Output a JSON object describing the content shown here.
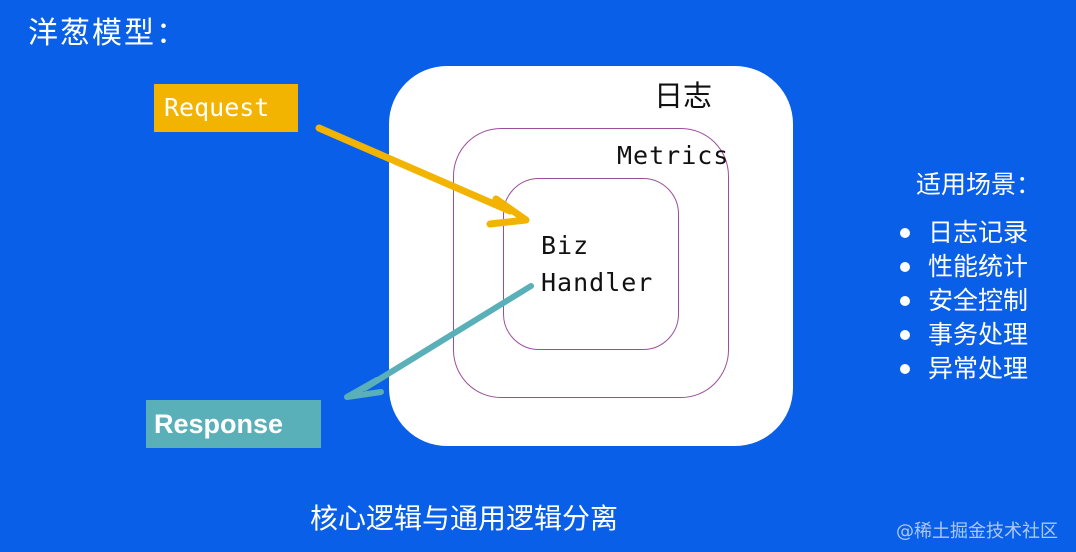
{
  "slide": {
    "title": "洋葱模型："
  },
  "onion": {
    "outer_label": "日志",
    "middle_label": "Metrics",
    "inner_label_line1": "Biz",
    "inner_label_line2": "Handler"
  },
  "flow": {
    "request_label": "Request",
    "response_label": "Response"
  },
  "scenarios": {
    "title": "适用场景：",
    "items": [
      "日志记录",
      "性能统计",
      "安全控制",
      "事务处理",
      "异常处理"
    ]
  },
  "caption": "核心逻辑与通用逻辑分离",
  "watermark": "@稀土掘金技术社区",
  "colors": {
    "background": "#0a5fe8",
    "request": "#f2b400",
    "response": "#5ab0b8",
    "layer_border": "#9b4f9b",
    "text_dark": "#111111",
    "text_light": "#ffffff"
  }
}
